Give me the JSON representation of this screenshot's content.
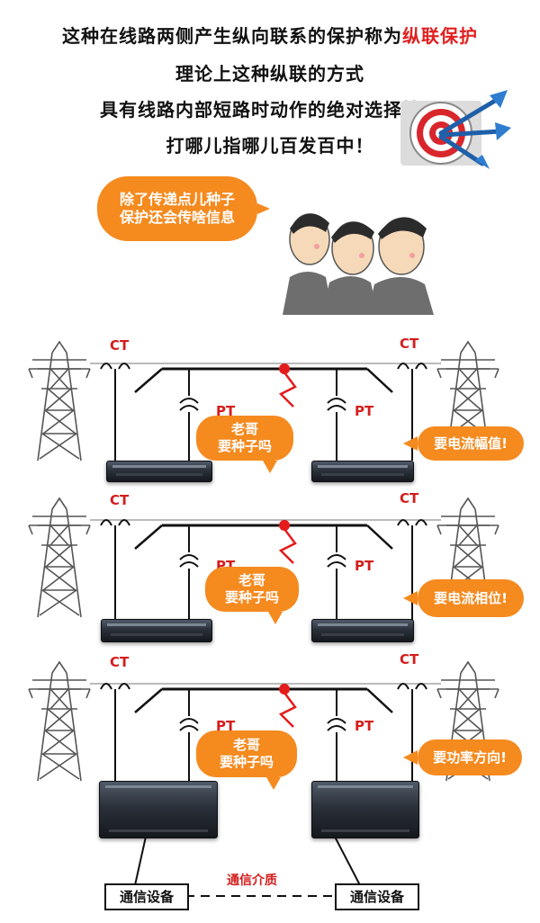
{
  "intro": {
    "line1_pre": "这种在线路两侧产生纵向联系的保护称为",
    "line1_highlight": "纵联保护",
    "line2": "理论上这种纵联的方式",
    "line3": "具有线路内部短路时动作的绝对选择性！",
    "line4": "打哪儿指哪儿百发百中！"
  },
  "question_bubble": {
    "line1": "除了传递点儿种子",
    "line2": "保护还会传啥信息"
  },
  "scenes": [
    {
      "left_bubble_l1": "老哥",
      "left_bubble_l2": "要种子吗",
      "right_bubble": "要电流幅值!"
    },
    {
      "left_bubble_l1": "老哥",
      "left_bubble_l2": "要种子吗",
      "right_bubble": "要电流相位!"
    },
    {
      "left_bubble_l1": "老哥",
      "left_bubble_l2": "要种子吗",
      "right_bubble": "要功率方向!"
    }
  ],
  "labels": {
    "ct": "CT",
    "pt": "PT"
  },
  "comm": {
    "left": "通信设备",
    "right": "通信设备",
    "medium": "通信介质"
  },
  "colors": {
    "highlight": "#e02020",
    "bubble": "#f58a1f",
    "fault": "#e41b1b"
  }
}
